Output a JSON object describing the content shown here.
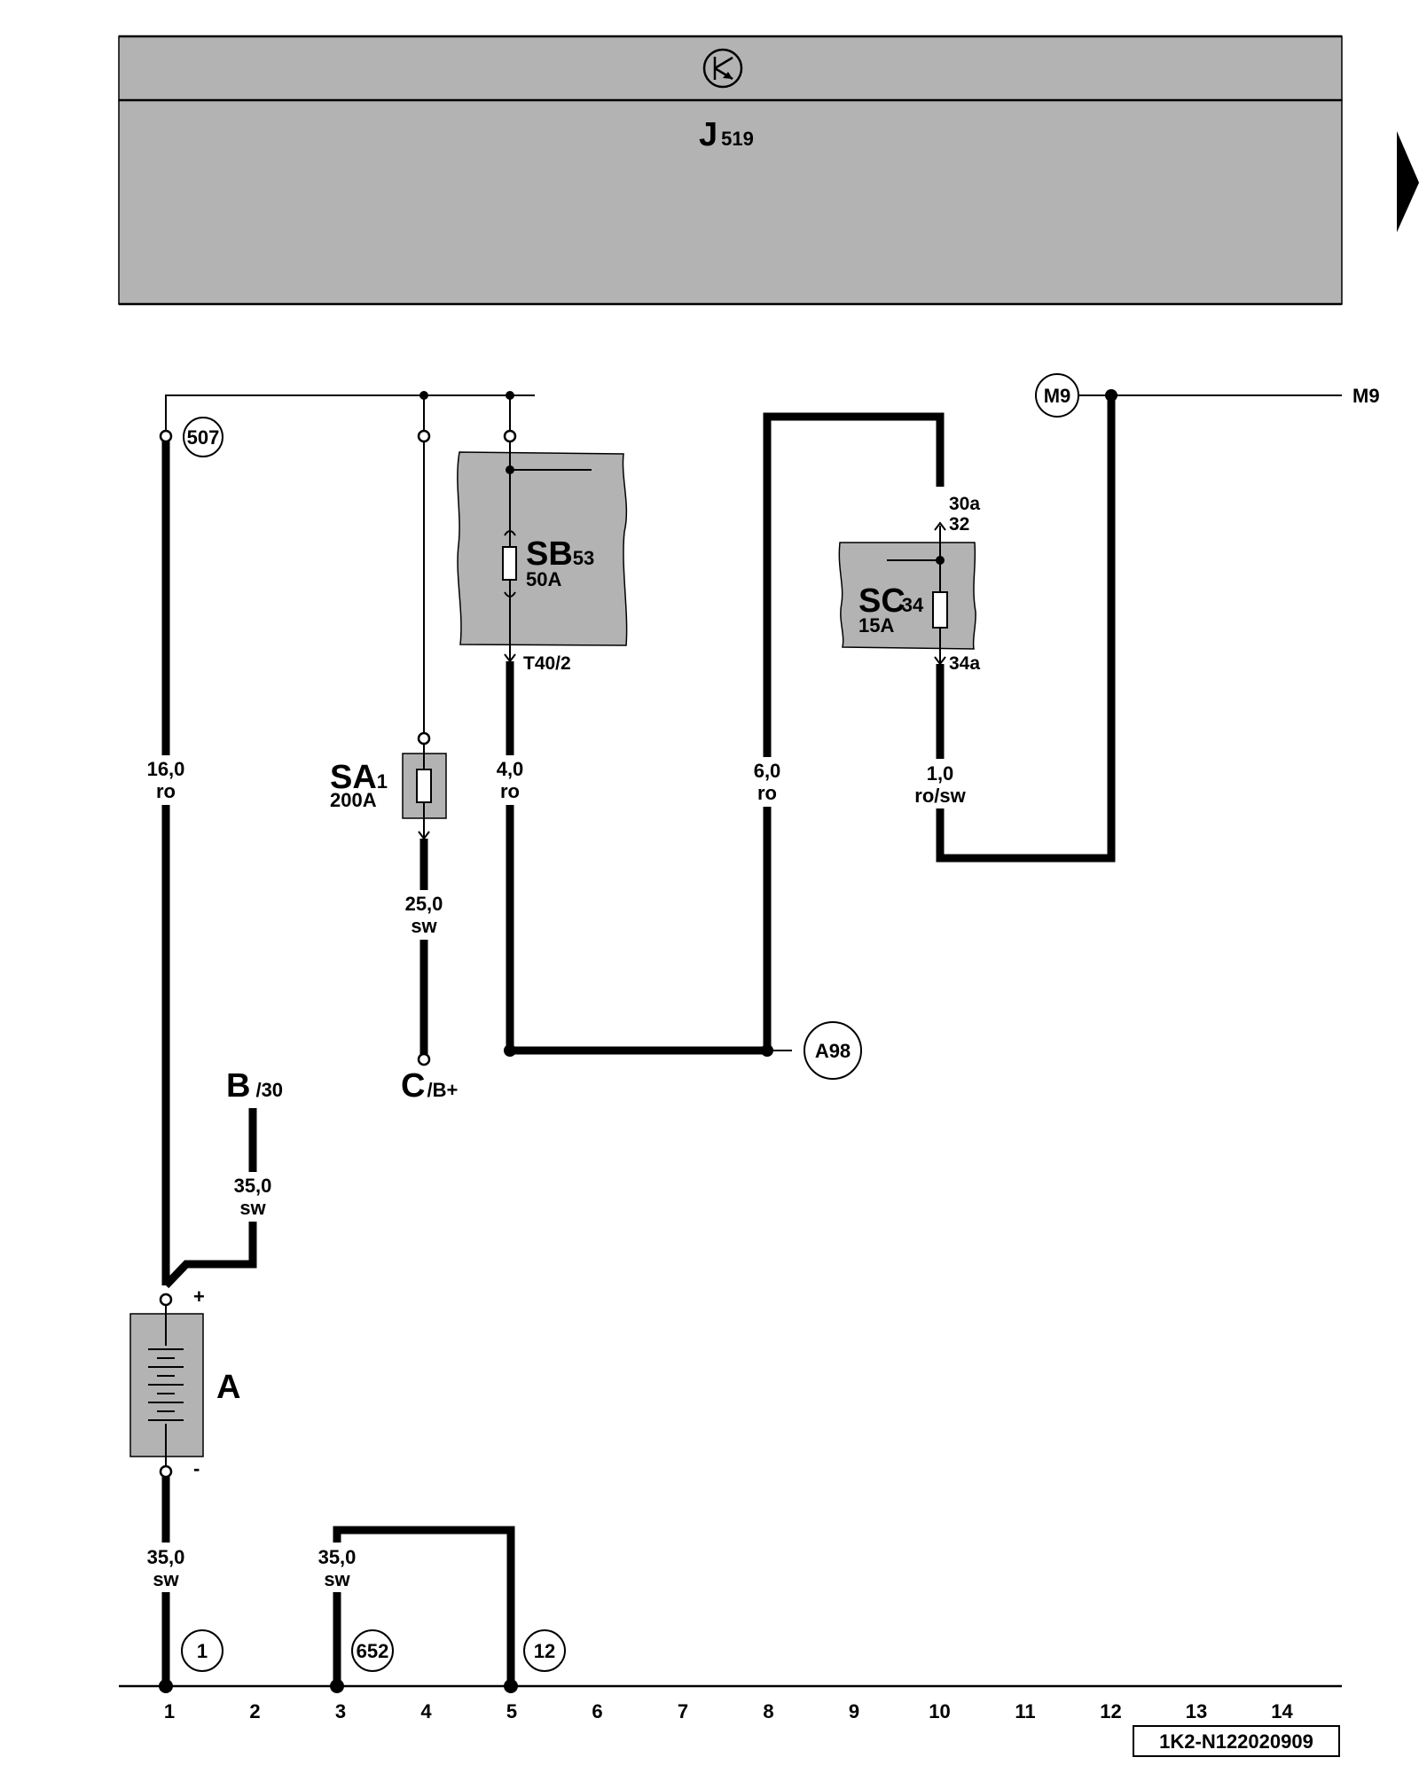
{
  "header": {
    "symbol_icon": "circle-arrow-symbol-icon",
    "component_code": "J",
    "component_index": "519",
    "next_page_icon": "next-page-arrow-icon"
  },
  "components": {
    "sb": {
      "code": "SB",
      "index": "53",
      "rating": "50A",
      "pin_out": "T40/2"
    },
    "sc": {
      "code": "SC",
      "index": "34",
      "rating": "15A",
      "pin_in_a": "30a",
      "pin_in_b": "32",
      "pin_out": "34a"
    },
    "sa": {
      "code": "SA",
      "index": "1",
      "rating": "200A"
    },
    "battery": {
      "label": "A",
      "plus": "+",
      "minus": "-"
    },
    "b30": {
      "code": "B",
      "suffix": "/30"
    },
    "cb": {
      "code": "C",
      "suffix": "/B+"
    }
  },
  "wires": {
    "w1": {
      "size": "16,0",
      "color": "ro"
    },
    "w2": {
      "size": "4,0",
      "color": "ro"
    },
    "w3": {
      "size": "25,0",
      "color": "sw"
    },
    "w4": {
      "size": "6,0",
      "color": "ro"
    },
    "w5": {
      "size": "1,0",
      "color": "ro/sw"
    },
    "w6": {
      "size": "35,0",
      "color": "sw"
    },
    "w7": {
      "size": "35,0",
      "color": "sw"
    },
    "w8": {
      "size": "35,0",
      "color": "sw"
    }
  },
  "references": {
    "r507": "507",
    "rM9": "M9",
    "rM9_text": "M9",
    "rA98": "A98",
    "r1": "1",
    "r652": "652",
    "r12": "12"
  },
  "track_numbers": [
    "1",
    "2",
    "3",
    "4",
    "5",
    "6",
    "7",
    "8",
    "9",
    "10",
    "11",
    "12",
    "13",
    "14"
  ],
  "doc_id": "1K2-N122020909"
}
